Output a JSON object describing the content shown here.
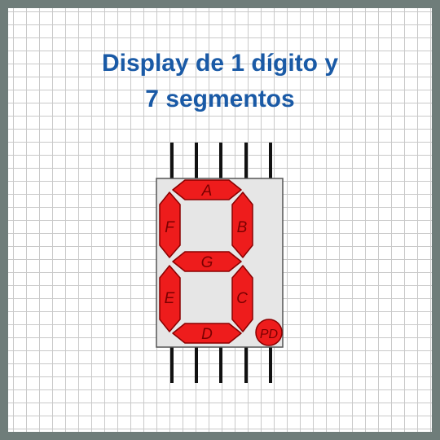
{
  "title": {
    "line1": "Display de 1 dígito y",
    "line2": "7 segmentos"
  },
  "segments": {
    "a": "A",
    "b": "B",
    "c": "C",
    "d": "D",
    "e": "E",
    "f": "F",
    "g": "G",
    "dp": "PD"
  },
  "colors": {
    "segment_fill": "#ee1c1c",
    "segment_stroke": "#8a0000",
    "title": "#1a5aa6",
    "body": "#e6e6e6",
    "pins": "#111111"
  }
}
